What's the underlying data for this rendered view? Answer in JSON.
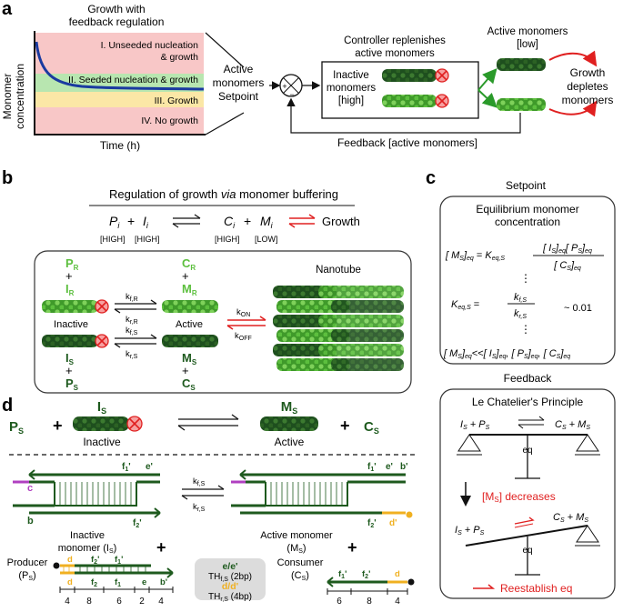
{
  "panels": {
    "a": {
      "letter": "a",
      "chart_title_1": "Growth with",
      "chart_title_2": "feedback regulation",
      "y_axis_1": "Monomer",
      "y_axis_2": "concentration",
      "x_axis": "Time (h)",
      "regions": [
        {
          "label_1": "I. Unseeded nucleation",
          "label_2": "& growth",
          "color": "#f8c7c7"
        },
        {
          "label_1": "II. Seeded nucleation & growth",
          "label_2": "",
          "color": "#b8e6b0"
        },
        {
          "label_1": "III. Growth",
          "label_2": "",
          "color": "#fbe7a6"
        },
        {
          "label_1": "IV. No growth",
          "label_2": "",
          "color": "#f8c7c7"
        }
      ],
      "setpoint_1": "Active",
      "setpoint_2": "monomers",
      "setpoint_3": "Setpoint",
      "plus": "+",
      "minus": "−",
      "controller_1": "Controller replenishes",
      "controller_2": "active monomers",
      "inactive_1": "Inactive",
      "inactive_2": "monomers",
      "inactive_3": "[high]",
      "active_1": "Active monomers",
      "active_2": "[low]",
      "growth_1": "Growth",
      "growth_2": "depletes",
      "growth_3": "monomers",
      "feedback": "Feedback [active monomers]"
    },
    "b": {
      "letter": "b",
      "title_pre": "Regulation of growth ",
      "title_via": "via",
      "title_post": " monomer buffering",
      "eq_P": "P",
      "eq_I": "I",
      "eq_C": "C",
      "eq_M": "M",
      "eq_sub": "i",
      "eq_plus": "+",
      "eq_growth": "Growth",
      "high": "[HIGH]",
      "low": "[LOW]",
      "PR": "P",
      "IR": "I",
      "CR": "C",
      "MR": "M",
      "R": "R",
      "IS": "I",
      "PS": "P",
      "MS": "M",
      "CS": "C",
      "S": "S",
      "inactive": "Inactive",
      "active": "Active",
      "kfR": "k",
      "kfR_sub": "f,R",
      "krR": "k",
      "krR_sub": "r,R",
      "kfS": "k",
      "kfS_sub": "f,S",
      "krS": "k",
      "krS_sub": "r,S",
      "kon": "k",
      "kon_sub": "ON",
      "koff": "k",
      "koff_sub": "OFF",
      "nanotube": "Nanotube"
    },
    "c": {
      "letter": "c",
      "setpoint": "Setpoint",
      "eq_title_1": "Equilibrium monomer",
      "eq_title_2": "concentration",
      "ratio": "~ 0.01",
      "dots": "⋮",
      "feedback": "Feedback",
      "le_chatelier": "Le Chatelier's Principle",
      "eq": "eq",
      "decreases": "decreases",
      "reestablish": "Reestablish eq"
    },
    "d": {
      "letter": "d",
      "PS": "P",
      "IS": "I",
      "MS": "M",
      "CS": "C",
      "S": "S",
      "inactive": "Inactive",
      "active": "Active",
      "inactive_mon_1": "Inactive",
      "inactive_mon_2": "monomer (I",
      "active_mon": "Active monomer",
      "active_mon_2": "(M",
      "producer": "Producer",
      "producer_2": "(P",
      "consumer": "Consumer",
      "consumer_2": "(C",
      "th_ee": "e/e'",
      "th_ee_2": "TH",
      "th_ee_sub": "f,S",
      "th_ee_3": "(2bp)",
      "th_dd": "d/d'",
      "th_dd_3": "(4bp)",
      "seg_c": "c",
      "seg_b": "b",
      "seg_f1": "f",
      "seg_f2": "f",
      "seg_e": "e",
      "seg_d": "d",
      "seg_b2": "b'",
      "seg_e2": "e'",
      "seg_d2": "d'",
      "prime": "'",
      "one": "1",
      "two": "2",
      "producer_scale": [
        "4",
        "8",
        "6",
        "2",
        "4"
      ],
      "consumer_scale": [
        "6",
        "8",
        "4"
      ]
    }
  },
  "colors": {
    "dark_green": "#1e5a1e",
    "light_green": "#5cbf3e",
    "red": "#e02020",
    "magenta": "#b040c0",
    "orange": "#f0b020",
    "blue": "#1a3aa0"
  }
}
